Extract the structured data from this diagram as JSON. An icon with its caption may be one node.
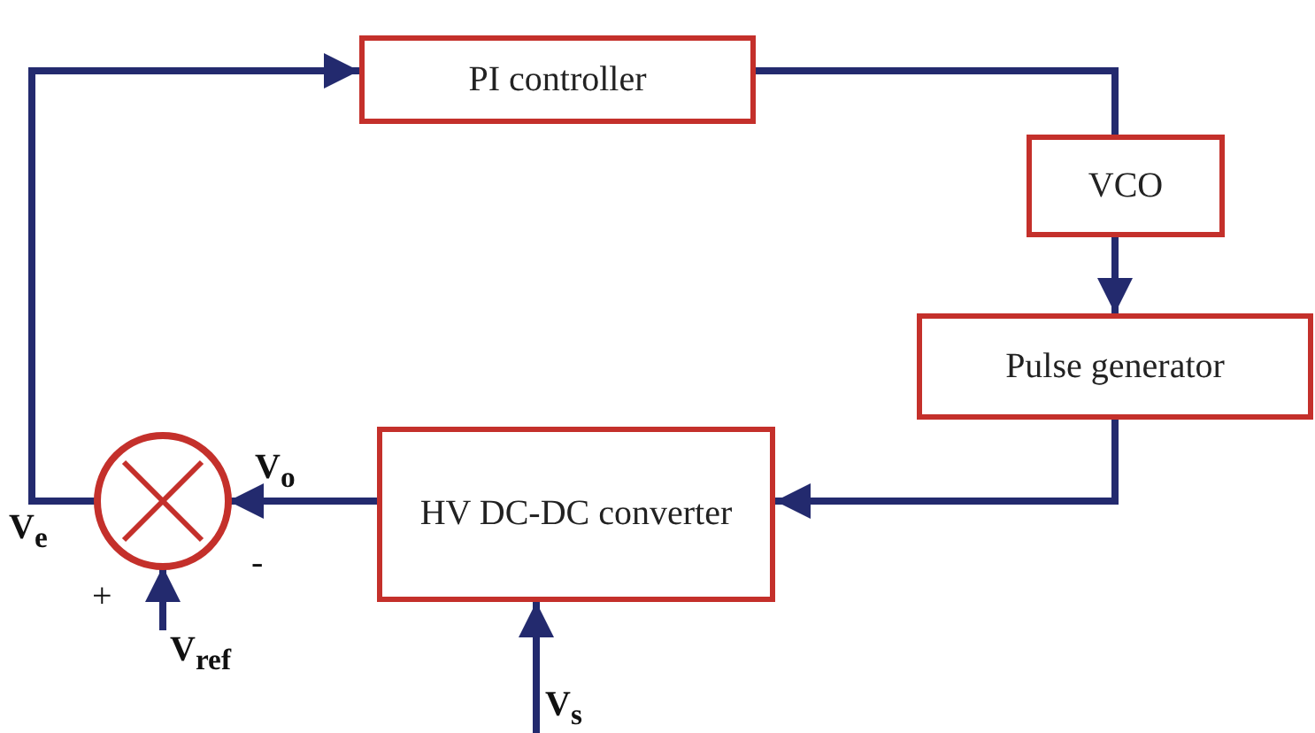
{
  "diagram": {
    "nodes": [
      {
        "text": [
          "PI controller"
        ]
      },
      {
        "text": [
          "VCO"
        ]
      },
      {
        "text": [
          "Pulse generator"
        ]
      },
      {
        "text": [
          "HV DC-DC converter"
        ]
      },
      {
        "text": [],
        "shape": "circle"
      }
    ],
    "edges": [
      {
        "from": 4,
        "to": 0,
        "arrow": "to",
        "label": "V$_{e}$"
      },
      {
        "from": 0,
        "to": 1,
        "arrow": "none"
      },
      {
        "from": 1,
        "to": 2,
        "arrow": "to"
      },
      {
        "from": 2,
        "to": 3,
        "arrow": "to"
      },
      {
        "from": 3,
        "to": 4,
        "arrow": "to",
        "label": "V$_{o}$"
      },
      {
        "from": null,
        "to": 4,
        "arrow": "to",
        "label": "V$_{ref}$"
      },
      {
        "from": null,
        "to": 3,
        "arrow": "to",
        "label": "V$_{s}$"
      }
    ],
    "labels": [
      "+",
      "-"
    ]
  }
}
